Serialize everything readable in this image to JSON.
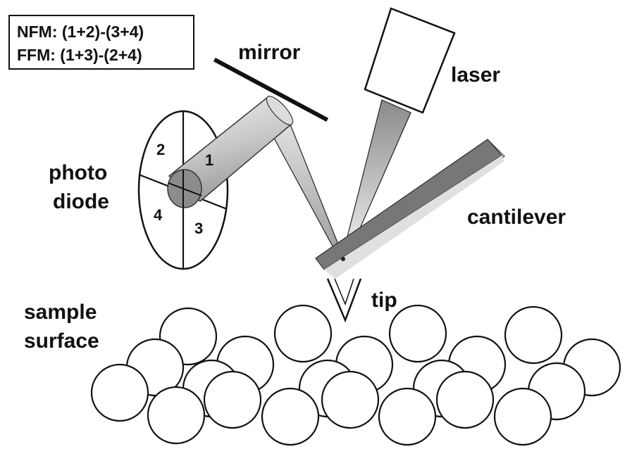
{
  "legend": {
    "line1": "NFM: (1+2)-(3+4)",
    "line2": "FFM: (1+3)-(2+4)"
  },
  "labels": {
    "mirror": "mirror",
    "laser": "laser",
    "photo": "photo",
    "diode": "diode",
    "cantilever": "cantilever",
    "tip": "tip",
    "sample": "sample",
    "surface": "surface"
  },
  "quadrants": {
    "q1": "1",
    "q2": "2",
    "q3": "3",
    "q4": "4"
  },
  "colors": {
    "ink": "#111111",
    "cantilever_top": "#7a7a7a",
    "cantilever_side": "#cfcfcf",
    "beam": "#bdbdbd"
  }
}
